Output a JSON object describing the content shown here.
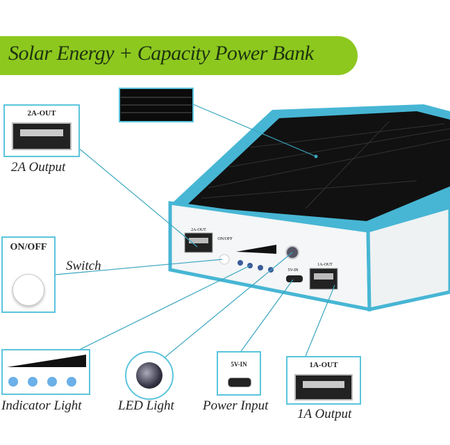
{
  "banner": {
    "title": "Solar Energy + Capacity Power Bank"
  },
  "callouts": {
    "out2a": {
      "box_label": "2A-OUT",
      "caption": "2A Output"
    },
    "switch": {
      "box_label": "ON/OFF",
      "caption": "Switch"
    },
    "indicator": {
      "caption": "Indicator Light"
    },
    "led": {
      "caption": "LED Light"
    },
    "input": {
      "box_label": "5V-IN",
      "caption": "Power Input"
    },
    "out1a": {
      "box_label": "1A-OUT",
      "caption": "1A Output"
    }
  },
  "device_labels": {
    "out2a": "2A-OUT",
    "onoff": "ON/OFF",
    "in5v": "5V-IN",
    "out1a": "1A-OUT"
  },
  "colors": {
    "accent": "#5bc4dc",
    "banner": "#8dc81f",
    "leader": "#3aa6c0"
  }
}
